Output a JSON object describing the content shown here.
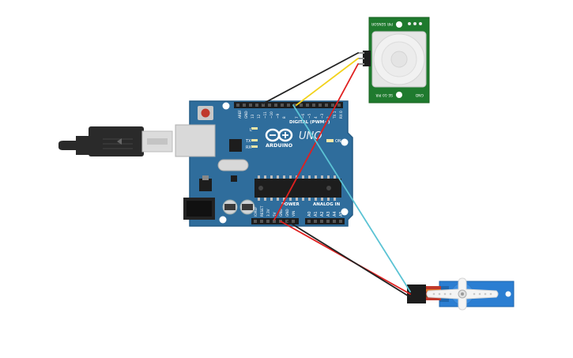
{
  "board": {
    "logo": "ARDUINO",
    "model": "UNO",
    "digital_label": "DIGITAL (PWM~)",
    "power_label": "POWER",
    "analog_label": "ANALOG IN",
    "on_label": "ON",
    "tx_label": "TX",
    "rx_label": "RX",
    "l_label": "L",
    "aref_label": "AREF",
    "gnd_label": "GND",
    "analog_pins": [
      "A0",
      "A1",
      "A2",
      "A3",
      "A4",
      "A5"
    ],
    "power_pins": [
      "IOREF",
      "RESET",
      "3.3V",
      "5V",
      "GND",
      "GND",
      "VIN"
    ],
    "digital_pins": [
      "13",
      "12",
      "~11",
      "~10",
      "~9",
      "8",
      "7",
      "~6",
      "~5",
      "4",
      "~3",
      "2",
      "TX 1",
      "RX 0"
    ]
  },
  "pir_sensor": {
    "top_label": "PIR SENSOR",
    "bottom_label": "SE-10 PIR",
    "pin_label": "GND"
  },
  "wires": {
    "colors": {
      "black": "#222222",
      "red": "#e02020",
      "yellow": "#f2d21c",
      "cyan": "#5bc3d4"
    }
  },
  "colors": {
    "board_blue": "#2f6d9c",
    "board_edge": "#245b85",
    "pir_green": "#1f7a2e",
    "servo_blue": "#2b7ed2",
    "usb_black": "#2a2a2a"
  }
}
